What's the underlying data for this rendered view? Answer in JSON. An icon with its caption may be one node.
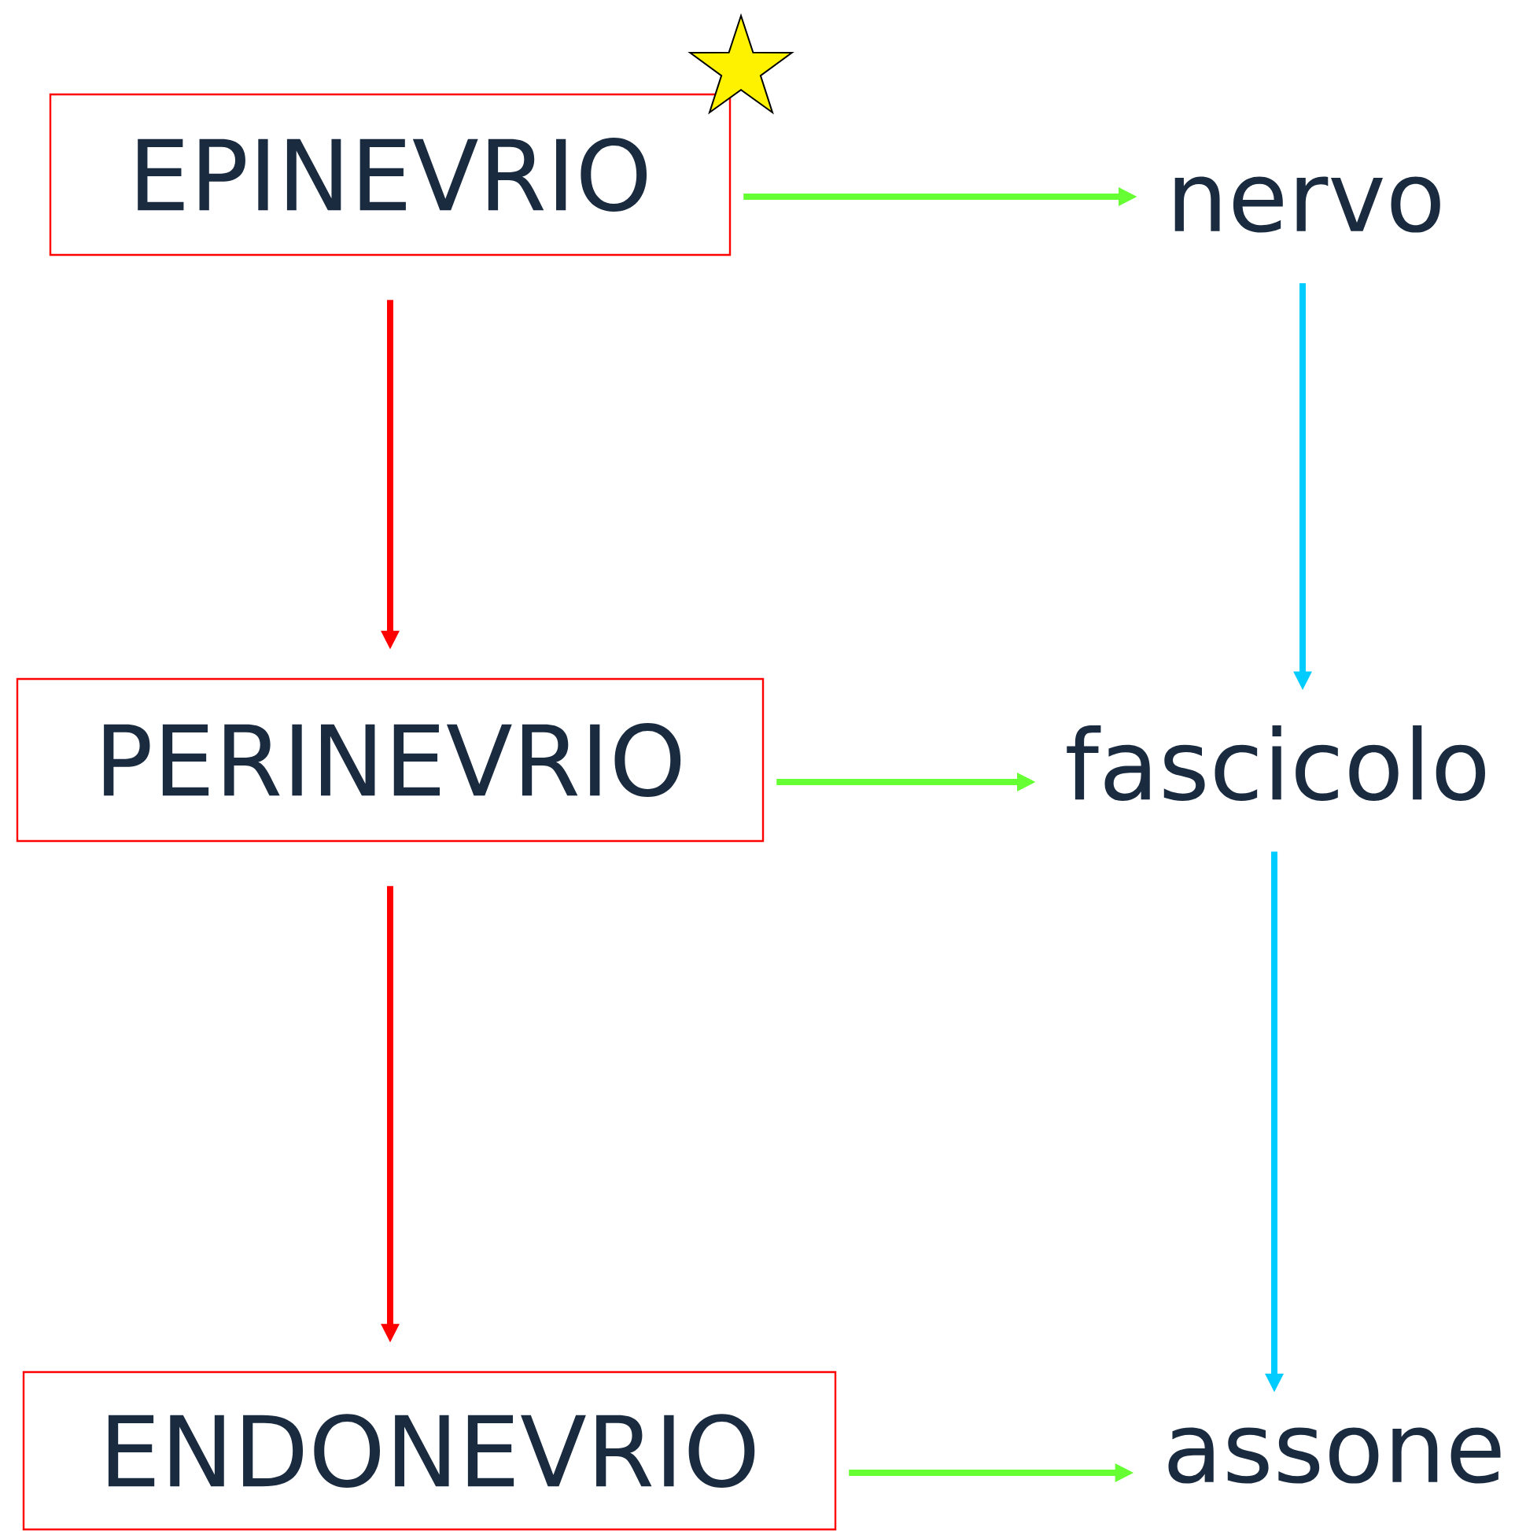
{
  "diagram": {
    "nodes": [
      {
        "text": [
          "EPINEVRIO"
        ]
      },
      {
        "text": [
          "nervo"
        ]
      },
      {
        "text": [
          "PERINEVRIO"
        ]
      },
      {
        "text": [
          "fascicolo"
        ]
      },
      {
        "text": [
          "ENDONEVRIO"
        ]
      },
      {
        "text": [
          "assone"
        ]
      }
    ],
    "edges": [
      {
        "from": 0,
        "to": 1,
        "arrow": "to",
        "color": "#66ff33"
      },
      {
        "from": 0,
        "to": 2,
        "arrow": "to",
        "color": "#ff0000"
      },
      {
        "from": 1,
        "to": 3,
        "arrow": "to",
        "color": "#00ccff"
      },
      {
        "from": 2,
        "to": 3,
        "arrow": "to",
        "color": "#66ff33"
      },
      {
        "from": 2,
        "to": 4,
        "arrow": "to",
        "color": "#ff0000"
      },
      {
        "from": 3,
        "to": 5,
        "arrow": "to",
        "color": "#00ccff"
      },
      {
        "from": 4,
        "to": 5,
        "arrow": "to",
        "color": "#66ff33"
      }
    ]
  }
}
